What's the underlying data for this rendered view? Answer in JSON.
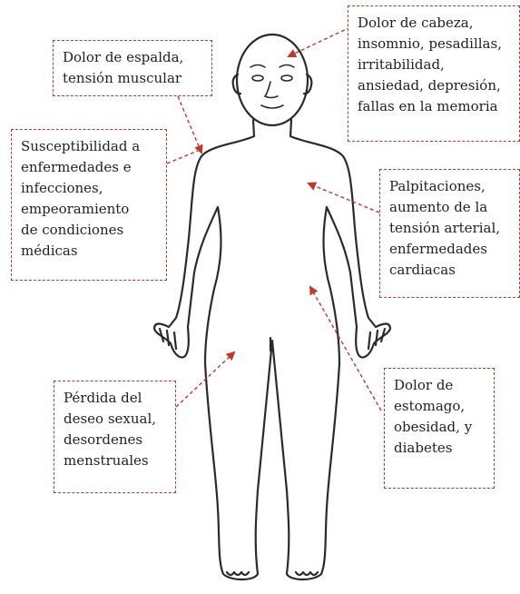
{
  "colors": {
    "connector": "#c0392b",
    "outline": "#2b2b2b",
    "text": "#222222"
  },
  "labels": {
    "back": "Dolor de espalda,\ntensión muscular",
    "head": "Dolor de cabeza,\ninsomnio, pesadillas,\nirritabilidad,\nansiedad, depresión,\nfallas en la memoria",
    "immune": "Susceptibilidad a\nenfermedades e\ninfecciones,\nempeoramiento\nde condiciones\nmédicas",
    "heart": "Palpitaciones,\naumento de la\ntensión arterial,\nenfermedades\ncardiacas",
    "sexual": "Pérdida del\ndeseo sexual,\ndesordenes\nmenstruales",
    "stomach": "Dolor de\nestomago,\nobesidad, y\ndiabetes"
  }
}
